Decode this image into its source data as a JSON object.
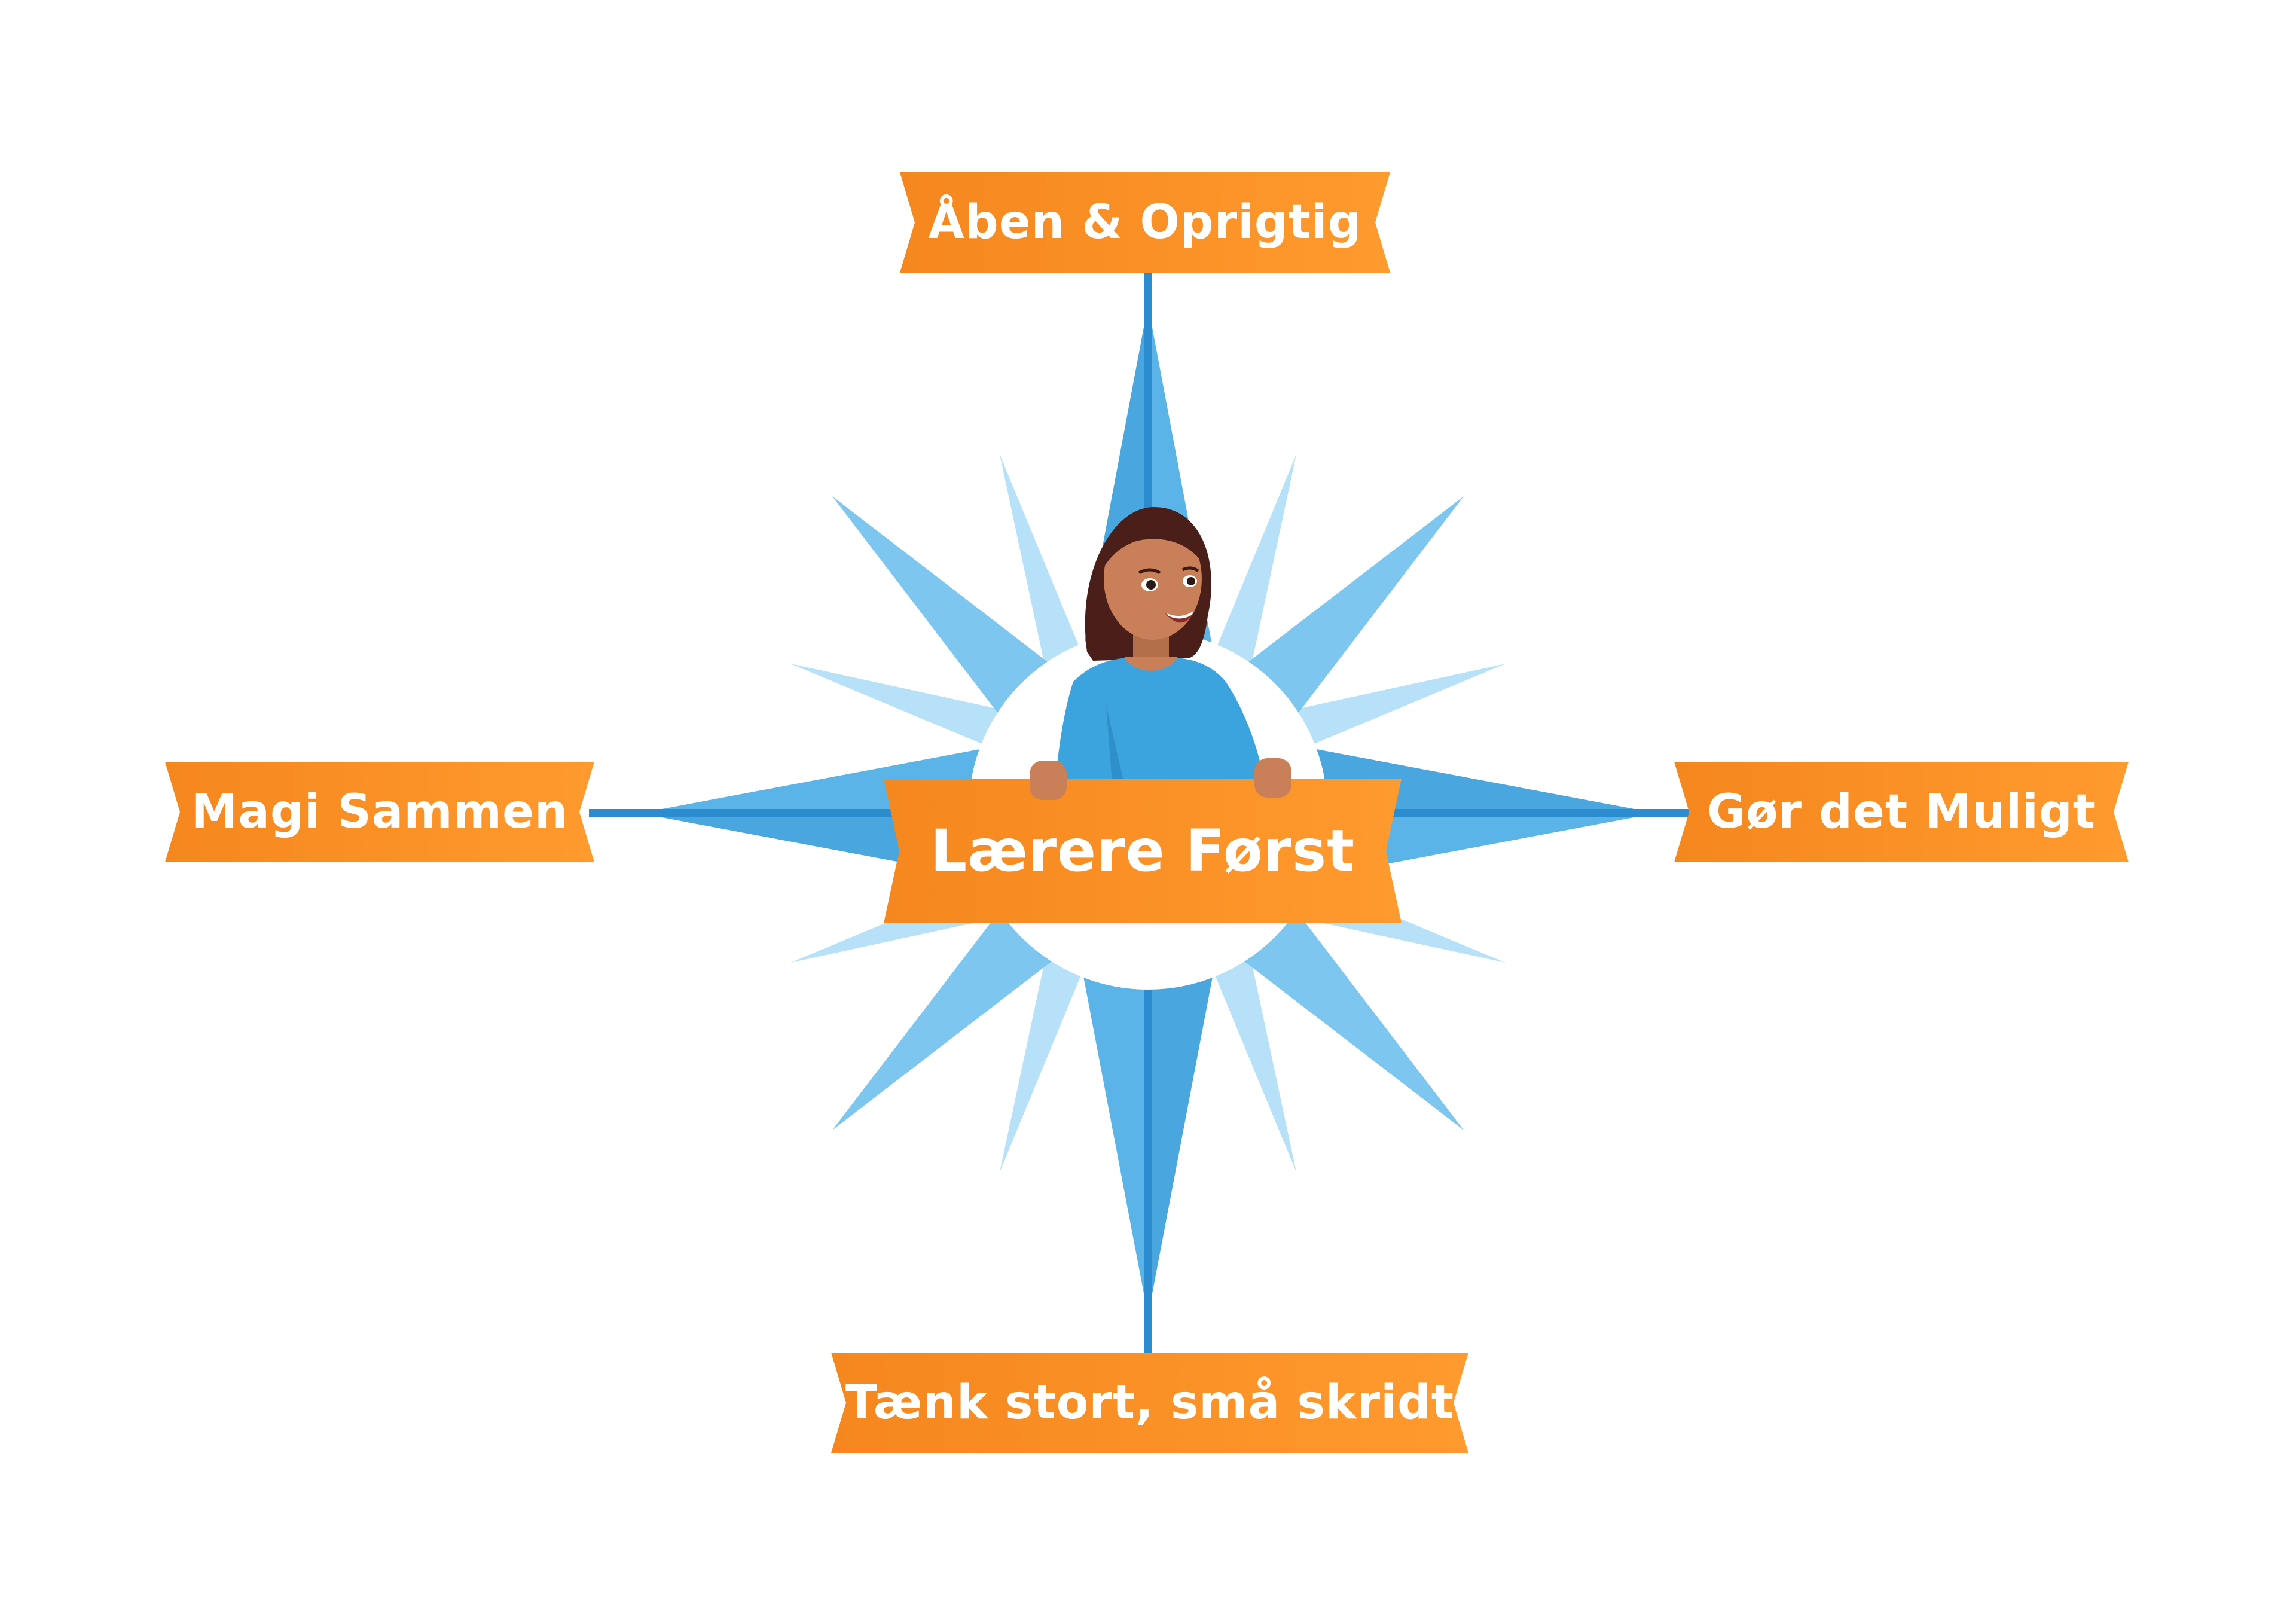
{
  "diagram": {
    "center_label": "Lærere Først",
    "north_label": "Åben & Oprigtig",
    "west_label": "Magi Sammen",
    "east_label": "Gør det Muligt",
    "south_label": "Tænk stort, små skridt"
  },
  "colors": {
    "banner_orange": "#f5871e",
    "banner_orange_light": "#ff9a2e",
    "star_main": "#5ab4e8",
    "star_mid": "#7dc6ef",
    "star_light": "#b7e1f8",
    "axis_line": "#2b8ccf",
    "figure_shirt": "#3ba3dd",
    "figure_skin": "#c98058",
    "figure_hair": "#4a1f1a"
  },
  "icons": {
    "center_figure": "teacher-figure-icon"
  }
}
